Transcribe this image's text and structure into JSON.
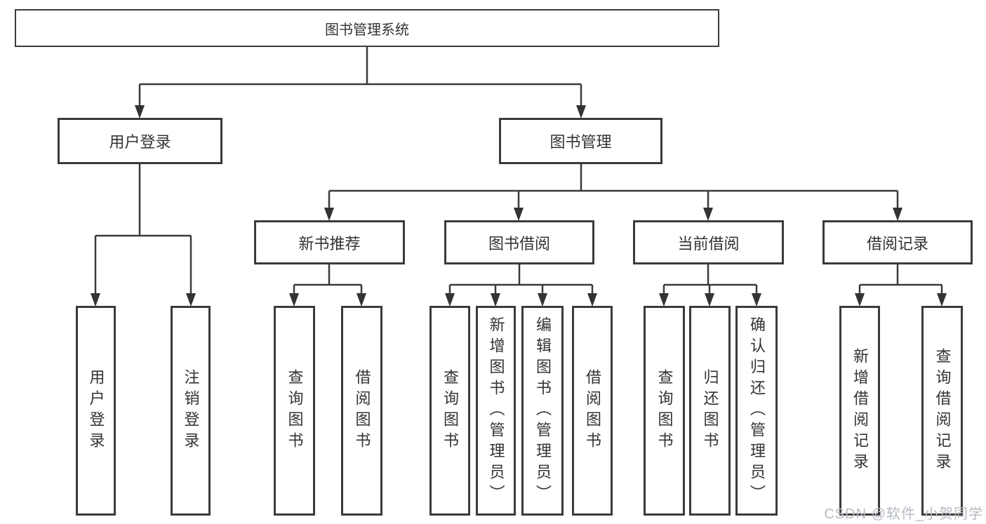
{
  "page": {
    "background": "#ffffff",
    "line_color": "#3a3a3a",
    "box_border_color": "#3b3b3b",
    "text_color": "#333333"
  },
  "tree": {
    "root": {
      "label": "图书管理系统",
      "children": [
        {
          "label": "用户登录",
          "children": [
            {
              "label": "用户登录"
            },
            {
              "label": "注销登录"
            }
          ]
        },
        {
          "label": "图书管理",
          "children": [
            {
              "label": "新书推荐",
              "children": [
                {
                  "label": "查询图书"
                },
                {
                  "label": "借阅图书"
                }
              ]
            },
            {
              "label": "图书借阅",
              "children": [
                {
                  "label": "查询图书"
                },
                {
                  "label": "新增图书（管理员）"
                },
                {
                  "label": "编辑图书（管理员）"
                },
                {
                  "label": "借阅图书"
                }
              ]
            },
            {
              "label": "当前借阅",
              "children": [
                {
                  "label": "查询图书"
                },
                {
                  "label": "归还图书"
                },
                {
                  "label": "确认归还（管理员）"
                }
              ]
            },
            {
              "label": "借阅记录",
              "children": [
                {
                  "label": "新增借阅记录"
                },
                {
                  "label": "查询借阅记录"
                }
              ]
            }
          ]
        }
      ]
    }
  },
  "watermark": {
    "text": "CSDN @软件_小贺同学",
    "color": "#b6bbc2"
  }
}
